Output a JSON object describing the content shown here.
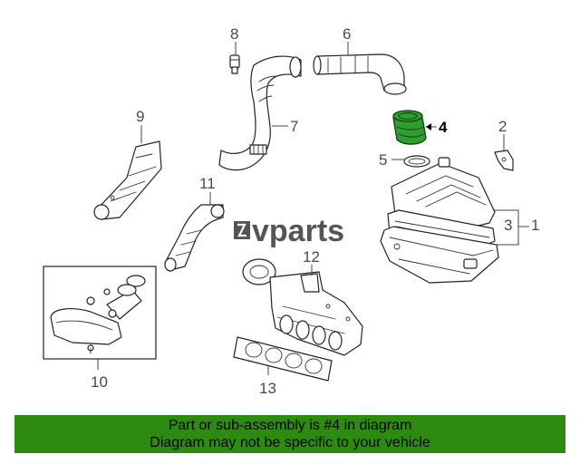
{
  "diagram": {
    "logo_text": "vparts",
    "callouts": {
      "c1": "1",
      "c2": "2",
      "c3": "3",
      "c4": "4",
      "c5": "5",
      "c6": "6",
      "c7": "7",
      "c8": "8",
      "c9": "9",
      "c10": "10",
      "c11": "11",
      "c12": "12",
      "c13": "13"
    },
    "highlighted_part": "4",
    "colors": {
      "highlight": "#2f9e2f",
      "banner": "#2e8b12"
    }
  },
  "banner": {
    "line1": "Part or sub-assembly is #4 in diagram",
    "line2": "Diagram may not be specific to your vehicle"
  }
}
